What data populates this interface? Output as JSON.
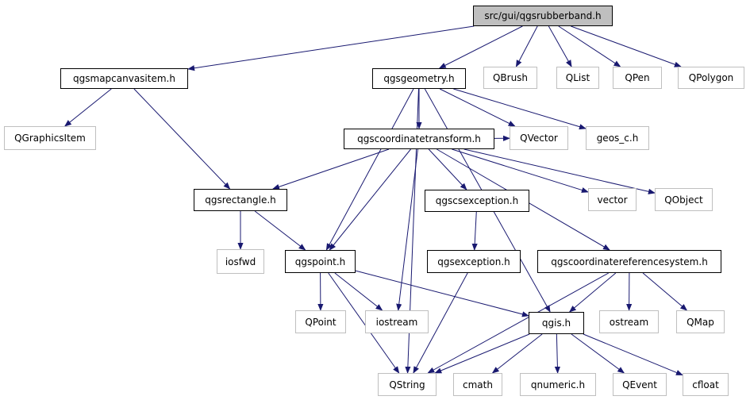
{
  "diagram": {
    "colors": {
      "edge": "#191970",
      "local_border": "#000000",
      "system_border": "#bfbfbf",
      "root_fill": "#bfbfbf"
    },
    "nodes": {
      "root": "src/gui/qgsrubberband.h",
      "qgsmapcanvasitem": "qgsmapcanvasitem.h",
      "qgsgeometry": "qgsgeometry.h",
      "QBrush": "QBrush",
      "QList": "QList",
      "QPen": "QPen",
      "QPolygon": "QPolygon",
      "QGraphicsItem": "QGraphicsItem",
      "qgscoordinatetransform": "qgscoordinatetransform.h",
      "QVector": "QVector",
      "geos_c": "geos_c.h",
      "qgsrectangle": "qgsrectangle.h",
      "vector": "vector",
      "QObject": "QObject",
      "qgscsexception": "qgscsexception.h",
      "iosfwd": "iosfwd",
      "qgspoint": "qgspoint.h",
      "qgsexception": "qgsexception.h",
      "qgscrs": "qgscoordinatereferencesystem.h",
      "QPoint": "QPoint",
      "iostream": "iostream",
      "qgis": "qgis.h",
      "ostream": "ostream",
      "QMap": "QMap",
      "QString": "QString",
      "cmath": "cmath",
      "qnumeric": "qnumeric.h",
      "QEvent": "QEvent",
      "cfloat": "cfloat"
    },
    "edges": [
      [
        "root",
        "qgsmapcanvasitem"
      ],
      [
        "root",
        "qgsgeometry"
      ],
      [
        "root",
        "QBrush"
      ],
      [
        "root",
        "QList"
      ],
      [
        "root",
        "QPen"
      ],
      [
        "root",
        "QPolygon"
      ],
      [
        "qgsmapcanvasitem",
        "QGraphicsItem"
      ],
      [
        "qgsmapcanvasitem",
        "qgsrectangle"
      ],
      [
        "qgsgeometry",
        "qgscoordinatetransform"
      ],
      [
        "qgsgeometry",
        "QVector"
      ],
      [
        "qgsgeometry",
        "geos_c"
      ],
      [
        "qgsgeometry",
        "qgspoint"
      ],
      [
        "qgsgeometry",
        "qgis"
      ],
      [
        "qgsgeometry",
        "QString"
      ],
      [
        "qgscoordinatetransform",
        "qgsrectangle"
      ],
      [
        "qgscoordinatetransform",
        "qgscsexception"
      ],
      [
        "qgscoordinatetransform",
        "vector"
      ],
      [
        "qgscoordinatetransform",
        "QObject"
      ],
      [
        "qgscoordinatetransform",
        "qgspoint"
      ],
      [
        "qgscoordinatetransform",
        "iostream"
      ],
      [
        "qgscoordinatetransform",
        "qgscrs"
      ],
      [
        "qgscoordinatetransform",
        "QVector"
      ],
      [
        "qgsrectangle",
        "iosfwd"
      ],
      [
        "qgsrectangle",
        "qgspoint"
      ],
      [
        "qgscsexception",
        "qgsexception"
      ],
      [
        "qgsexception",
        "QString"
      ],
      [
        "qgspoint",
        "QPoint"
      ],
      [
        "qgspoint",
        "iostream"
      ],
      [
        "qgspoint",
        "qgis"
      ],
      [
        "qgspoint",
        "QString"
      ],
      [
        "qgscrs",
        "qgis"
      ],
      [
        "qgscrs",
        "ostream"
      ],
      [
        "qgscrs",
        "QMap"
      ],
      [
        "qgscrs",
        "QString"
      ],
      [
        "qgis",
        "QString"
      ],
      [
        "qgis",
        "cmath"
      ],
      [
        "qgis",
        "qnumeric"
      ],
      [
        "qgis",
        "QEvent"
      ],
      [
        "qgis",
        "cfloat"
      ]
    ]
  }
}
